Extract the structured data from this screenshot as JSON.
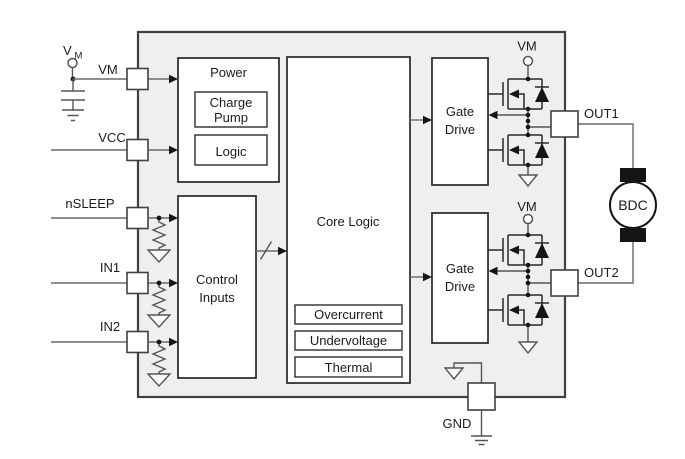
{
  "colors": {
    "ic_fill": "#efefef",
    "ic_border": "#404040",
    "block_border": "#272727",
    "wire": "#6a6a6a",
    "ink": "#151515",
    "text": "#1b1b1b",
    "background": "#ffffff"
  },
  "external": {
    "supply_v": "V",
    "supply_sub": "M",
    "motor": "BDC",
    "gnd": "GND"
  },
  "pins": {
    "vm": "VM",
    "vcc": "VCC",
    "nsleep": "nSLEEP",
    "in1": "IN1",
    "in2": "IN2",
    "out1": "OUT1",
    "out2": "OUT2"
  },
  "bridges": {
    "vm1": "VM",
    "vm2": "VM"
  },
  "blocks": {
    "power": {
      "title": "Power",
      "charge_pump": [
        "Charge",
        "Pump"
      ],
      "logic": "Logic"
    },
    "control": {
      "lines": [
        "Control",
        "Inputs"
      ]
    },
    "core": {
      "title": "Core Logic",
      "monitors": [
        "Overcurrent",
        "Undervoltage",
        "Thermal"
      ]
    },
    "gate_drive1": {
      "lines": [
        "Gate",
        "Drive"
      ]
    },
    "gate_drive2": {
      "lines": [
        "Gate",
        "Drive"
      ]
    }
  }
}
